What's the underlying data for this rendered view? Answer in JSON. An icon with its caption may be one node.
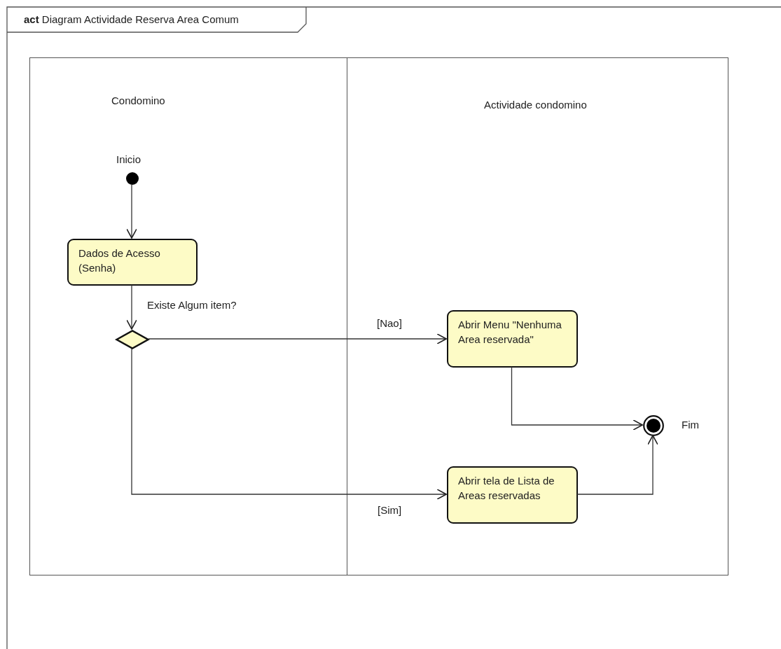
{
  "diagram": {
    "title": "**act** Diagram Actividade Reserva Area Comum",
    "nodes": [
      {
        "text": [
          "Condomino"
        ]
      },
      {
        "text": [
          "Actividade condomino"
        ]
      },
      {
        "text": [],
        "shape": "circle",
        "in": 0,
        "beside": [
          "Inicio"
        ]
      },
      {
        "text": [
          "Dados de Acesso (Senha)"
        ],
        "in": 0
      },
      {
        "text": [],
        "shape": "diamond",
        "in": 0
      },
      {
        "text": [
          "Abrir Menu \"Nenhuma Area reservada\""
        ],
        "in": 1
      },
      {
        "text": [
          "Abrir tela de Lista de Areas reservadas"
        ],
        "in": 1
      },
      {
        "text": [],
        "shape": "circle",
        "in": 1,
        "beside": [
          "Fim"
        ]
      }
    ],
    "edges": [
      {
        "from": 2,
        "to": 3,
        "arrow": "to"
      },
      {
        "from": 3,
        "to": 4,
        "arrow": "to",
        "label": "Existe Algum item?"
      },
      {
        "from": 4,
        "to": 5,
        "arrow": "to",
        "label": "[Nao]"
      },
      {
        "from": 4,
        "to": 6,
        "arrow": "to",
        "label": "[Sim]"
      },
      {
        "from": 5,
        "to": 7,
        "arrow": "to"
      },
      {
        "from": 6,
        "to": 7,
        "arrow": "to"
      }
    ]
  }
}
